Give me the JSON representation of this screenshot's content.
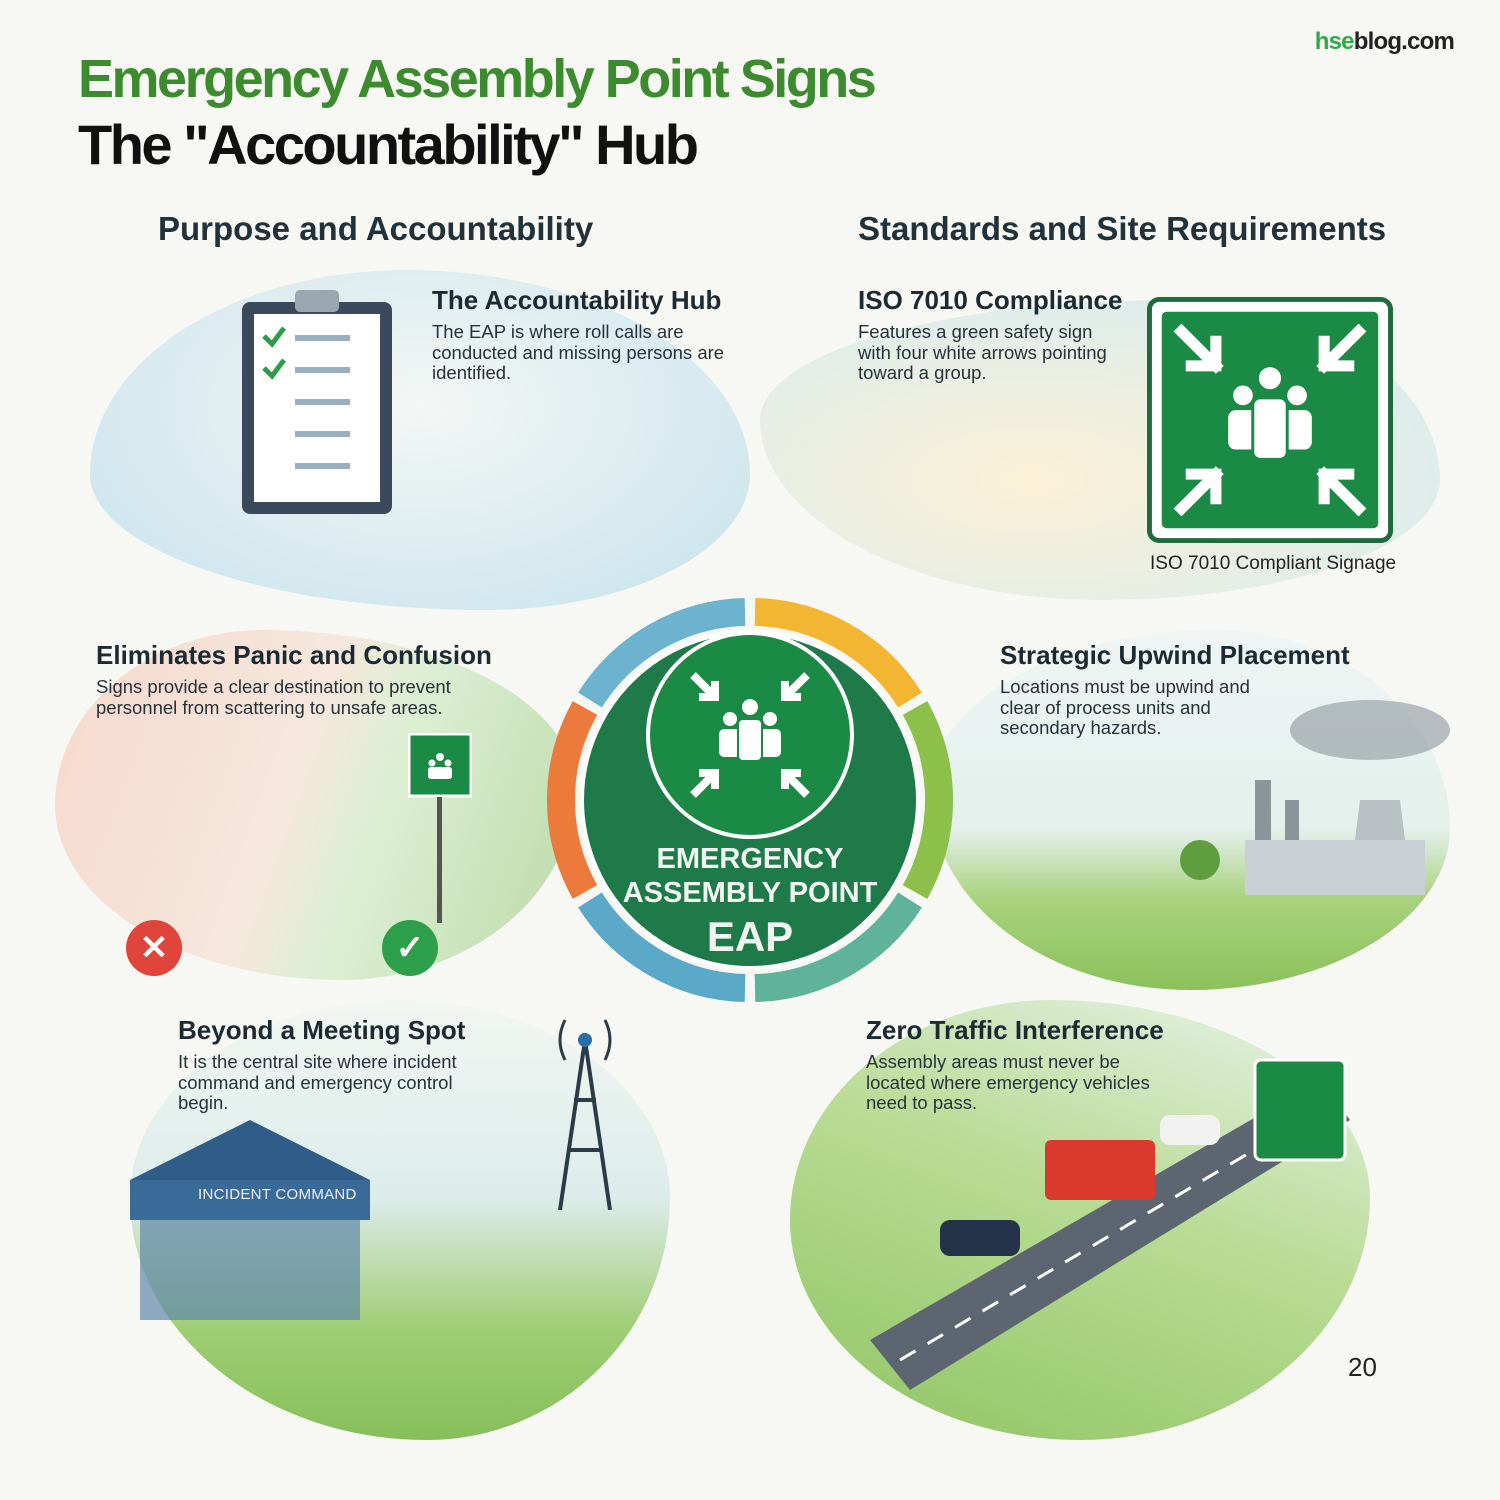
{
  "header": {
    "title_line1": "Emergency Assembly Point Signs",
    "title_line2": "The \"Accountability\" Hub",
    "brand_part1": "hse",
    "brand_part2": "blog.com"
  },
  "sections": {
    "left": "Purpose and Accountability",
    "right": "Standards and Site Requirements"
  },
  "cards": [
    {
      "title": "The Accountability Hub",
      "body": "The EAP is where roll calls are conducted and missing persons are identified."
    },
    {
      "title": "ISO 7010 Compliance",
      "body": "Features a green safety sign with four white arrows pointing toward a group."
    },
    {
      "title": "Eliminates Panic and Confusion",
      "body": "Signs provide a clear destination to prevent personnel from scattering to unsafe areas."
    },
    {
      "title": "Strategic Upwind Placement",
      "body": "Locations must be upwind and clear of process units and secondary hazards."
    },
    {
      "title": "Beyond a Meeting Spot",
      "body": "It is the central site where incident command and emergency control begin."
    },
    {
      "title": "Zero Traffic Interference",
      "body": "Assembly areas must never be located where emergency vehicles need to pass."
    }
  ],
  "iso_caption": "ISO 7010 Compliant Signage",
  "center": {
    "line1": "EMERGENCY",
    "line2": "ASSEMBLY POINT",
    "abbr": "EAP"
  },
  "tent_label": "INCIDENT COMMAND",
  "page_number": "20",
  "colors": {
    "brand_green": "#3d8b2f",
    "sign_green": "#1a8a45",
    "center_green": "#1f7a4a",
    "ring_blue": "#5aa9c8",
    "ring_yellow": "#f2b632",
    "ring_orange": "#ec7a3c",
    "ring_lime": "#8cc04a"
  }
}
